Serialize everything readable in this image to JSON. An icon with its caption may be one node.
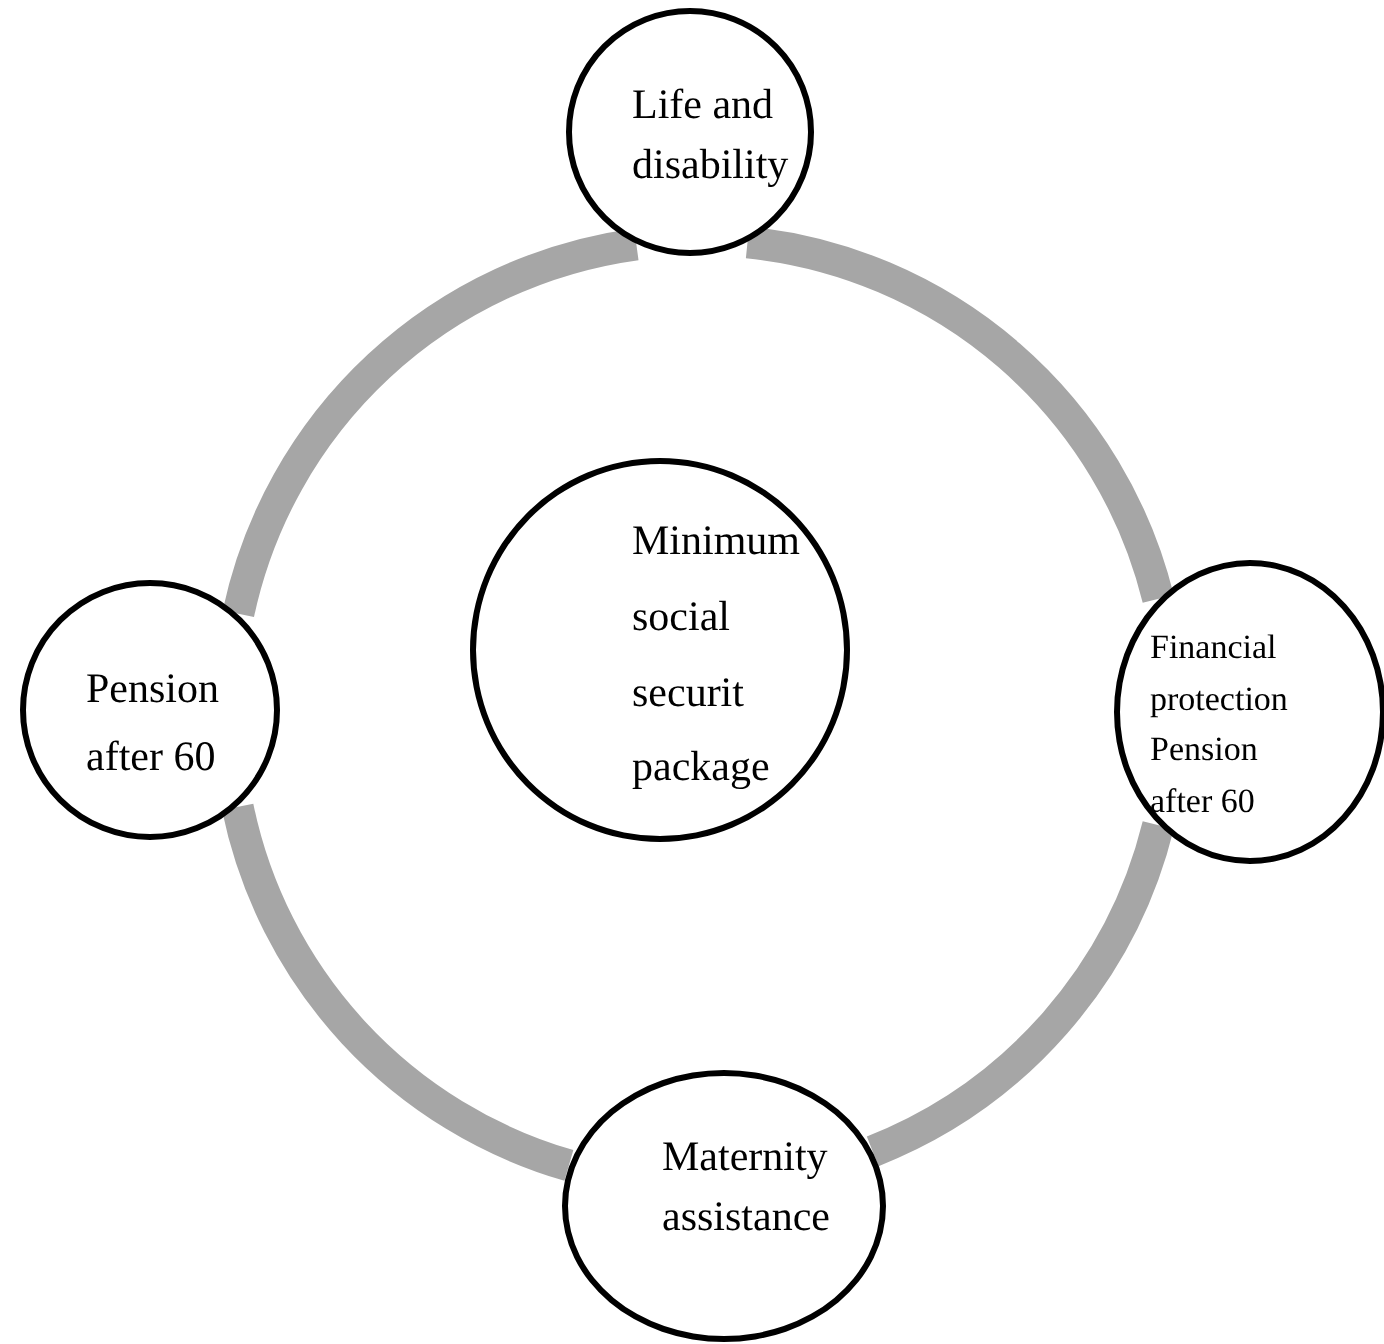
{
  "diagram": {
    "nodes": [
      {
        "text": [
          "Life and disability"
        ]
      },
      {
        "text": [
          "Minimum social securit package"
        ]
      },
      {
        "text": [
          "Pension after 60"
        ]
      },
      {
        "text": [
          "Financial protection Pension after 60"
        ]
      },
      {
        "text": [
          "Maternity assistance"
        ]
      }
    ],
    "edges": [
      {
        "from": 0,
        "to": 3,
        "arrow": "none"
      },
      {
        "from": 3,
        "to": 4,
        "arrow": "none"
      },
      {
        "from": 4,
        "to": 2,
        "arrow": "none"
      },
      {
        "from": 2,
        "to": 0,
        "arrow": "none"
      }
    ]
  }
}
